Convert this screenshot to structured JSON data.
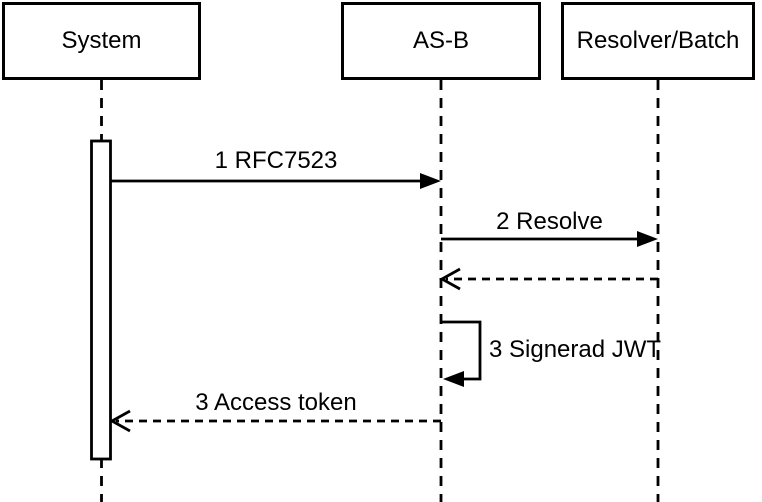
{
  "diagram": {
    "type": "uml-sequence-diagram",
    "colors": {
      "stroke": "#000000",
      "background": "#ffffff",
      "fill": "#ffffff"
    },
    "participants": [
      {
        "label": "System"
      },
      {
        "label": "AS-B"
      },
      {
        "label": "Resolver/Batch"
      }
    ],
    "messages": [
      {
        "label": "1 RFC7523",
        "from": "System",
        "to": "AS-B",
        "style": "solid-filled-arrow"
      },
      {
        "label": "2 Resolve",
        "from": "AS-B",
        "to": "Resolver/Batch",
        "style": "solid-filled-arrow"
      },
      {
        "label": "",
        "from": "Resolver/Batch",
        "to": "AS-B",
        "style": "dashed-open-arrow"
      },
      {
        "label": "3 Signerad JWT",
        "from": "AS-B",
        "to": "AS-B",
        "style": "self-message-filled-arrow"
      },
      {
        "label": "3 Access token",
        "from": "AS-B",
        "to": "System",
        "style": "dashed-open-arrow"
      }
    ]
  }
}
